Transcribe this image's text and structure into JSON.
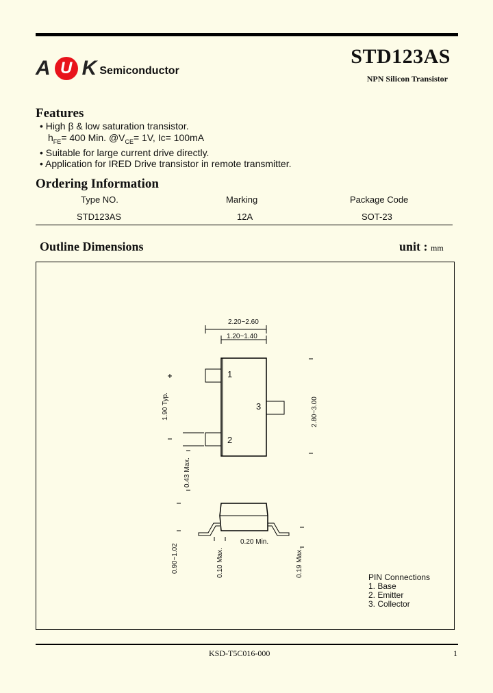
{
  "header": {
    "logo_letters": [
      "A",
      "U",
      "K"
    ],
    "company": "Semiconductor",
    "part_number": "STD123AS",
    "subtitle": "NPN Silicon Transistor"
  },
  "features": {
    "title": "Features",
    "items": [
      "• High  β & low saturation transistor.",
      "• Suitable for large current drive directly.",
      "• Application for IRED Drive transistor in remote transmitter."
    ],
    "hfe_line": {
      "h": "h",
      "fe": "FE",
      "mid": "= 400 Min. @V",
      "ce": "CE",
      "end": "= 1V, Ic= 100mA"
    }
  },
  "ordering": {
    "title": "Ordering Information",
    "headers": [
      "Type NO.",
      "Marking",
      "Package Code"
    ],
    "row": [
      "STD123AS",
      "12A",
      "SOT-23"
    ]
  },
  "outline": {
    "title": "Outline Dimensions",
    "unit_label": "unit :",
    "unit_value": "mm",
    "dims": {
      "width_total": "2.20~2.60",
      "width_body": "1.20~1.40",
      "pitch": "1.90 Typ.",
      "height_total": "2.80~3.00",
      "lead_width": "0.43 Max.",
      "thickness": "0.90~1.02",
      "standoff": "0.10 Max.",
      "lead_len": "0.20 Min.",
      "lead_thk": "0.19 Max."
    },
    "pin_numbers": [
      "1",
      "2",
      "3"
    ],
    "pin_title": "PIN Connections",
    "pins": [
      "1. Base",
      "2. Emitter",
      "3. Collector"
    ]
  },
  "footer": {
    "doc_no": "KSD-T5C016-000",
    "page": "1"
  },
  "colors": {
    "background": "#fdfce8",
    "logo_red": "#e8131b"
  }
}
